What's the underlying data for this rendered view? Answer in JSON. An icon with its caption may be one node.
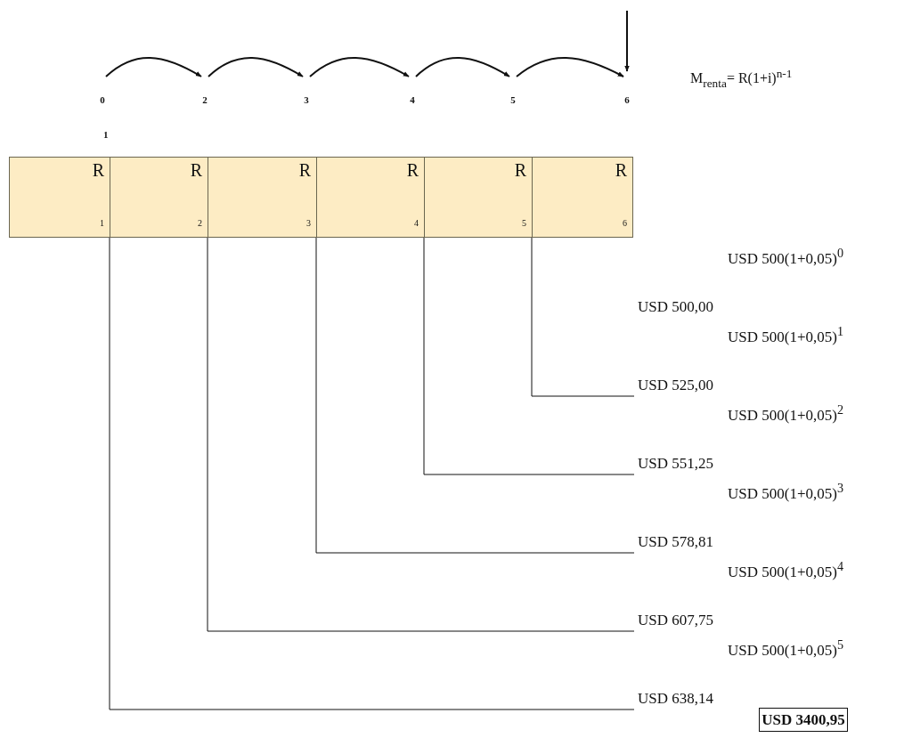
{
  "diagram": {
    "nodes": [
      {
        "text": [
          "0"
        ]
      },
      {
        "text": [
          "2"
        ]
      },
      {
        "text": [
          "3"
        ]
      },
      {
        "text": [
          "4"
        ]
      },
      {
        "text": [
          "5"
        ]
      },
      {
        "text": [
          "6"
        ]
      },
      {
        "text": [
          "R",
          "1"
        ]
      },
      {
        "text": [
          "R",
          "2"
        ]
      },
      {
        "text": [
          "R",
          "3"
        ]
      },
      {
        "text": [
          "R",
          "4"
        ]
      },
      {
        "text": [
          "R",
          "5"
        ]
      },
      {
        "text": [
          "R",
          "6"
        ]
      },
      {
        "text": [
          "USD 500(1+0,05)$^{0}$",
          "USD 500,00"
        ]
      },
      {
        "text": [
          "USD 500(1+0,05)$^{1}$",
          "USD 525,00"
        ]
      },
      {
        "text": [
          "USD 500(1+0,05)$^{2}$",
          "USD 551,25"
        ]
      },
      {
        "text": [
          "USD 500(1+0,05)$^{3}$",
          "USD 578,81"
        ]
      },
      {
        "text": [
          "USD 500(1+0,05)$^{4}$",
          "USD 607,75"
        ]
      },
      {
        "text": [
          "USD 500(1+0,05)$^{5}$",
          "USD 638,14"
        ]
      },
      {
        "text": [
          "USD 3400,95"
        ]
      }
    ],
    "edges": [
      {
        "from": 0,
        "to": 1,
        "arrow": "to"
      },
      {
        "from": 1,
        "to": 2,
        "arrow": "to"
      },
      {
        "from": 2,
        "to": 3,
        "arrow": "to"
      },
      {
        "from": 3,
        "to": 4,
        "arrow": "to"
      },
      {
        "from": 4,
        "to": 5,
        "arrow": "to"
      },
      {
        "from": null,
        "to": 5,
        "arrow": "to"
      },
      {
        "from": 10,
        "to": 13,
        "arrow": "none"
      },
      {
        "from": 9,
        "to": 14,
        "arrow": "none"
      },
      {
        "from": 8,
        "to": 15,
        "arrow": "none"
      },
      {
        "from": 7,
        "to": 16,
        "arrow": "none"
      },
      {
        "from": 6,
        "to": 17,
        "arrow": "none"
      }
    ],
    "labels": [
      "M$_{renta}$= R(1+i)$^{n-1}$",
      "1"
    ]
  }
}
